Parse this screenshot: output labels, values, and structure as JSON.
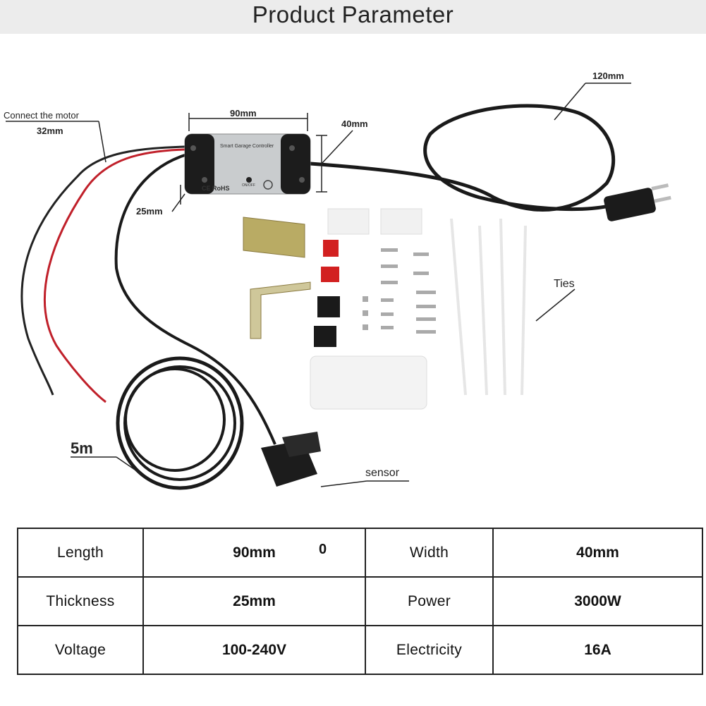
{
  "header": {
    "title": "Product Parameter"
  },
  "diagram": {
    "labels": {
      "connect_motor": "Connect the motor",
      "dim_32": "32mm",
      "dim_90": "90mm",
      "dim_40": "40mm",
      "dim_25": "25mm",
      "dim_120": "120mm",
      "ties": "Ties",
      "cable_5m": "5m",
      "sensor": "sensor"
    },
    "device": {
      "name": "Smart Garage Controller",
      "mark": "CE RoHS",
      "button": "ON/OFF"
    }
  },
  "spec_table": {
    "rows": [
      {
        "label1": "Length",
        "value1": "90mm",
        "label2": "Width",
        "value2": "40mm"
      },
      {
        "label1": "Thickness",
        "value1": "25mm",
        "label2": "Power",
        "value2": "3000W"
      },
      {
        "label1": "Voltage",
        "value1": "100-240V",
        "label2": "Electricity",
        "value2": "16A"
      }
    ],
    "stray_mark": "0"
  }
}
